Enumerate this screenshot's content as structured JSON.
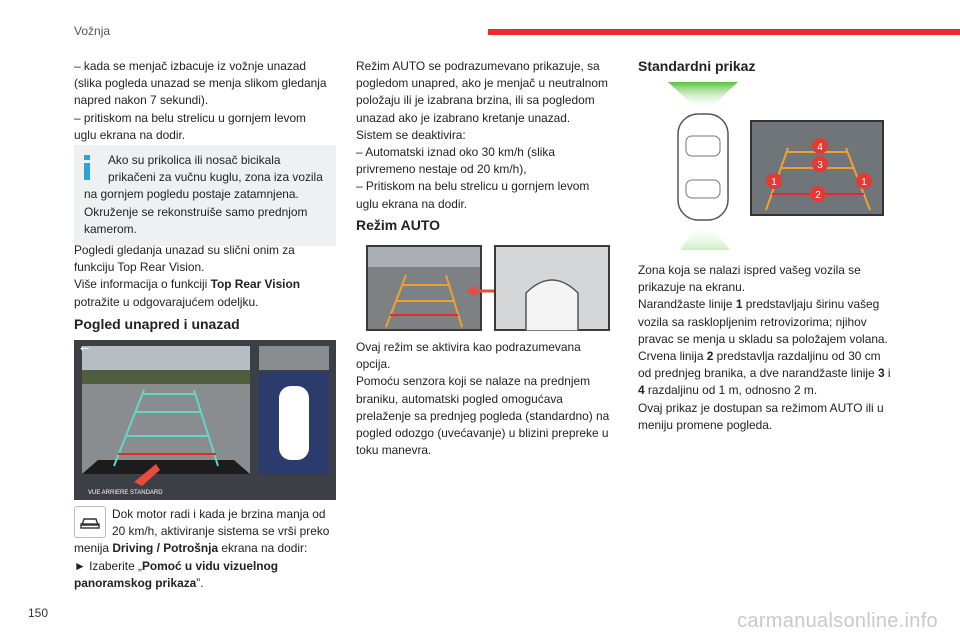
{
  "header": {
    "title": "Vožnja",
    "accent_color": "#ea2a2f"
  },
  "page_number": "150",
  "col1": {
    "intro_lines": [
      "– kada se menjač izbacuje iz vožnje unazad",
      "(slika pogleda unazad se menja slikom gledanja",
      "napred nakon 7 sekundi).",
      "– pritiskom na belu strelicu u gornjem levom",
      "uglu ekrana na dodir."
    ],
    "info_lines": [
      "Ako su prikolica ili nosač bicikala",
      "prikačeni za vučnu kuglu, zona iza vozila",
      "na gornjem pogledu postaje zatamnjena.",
      "Okruženje se rekonstruiše samo prednjom",
      "kamerom."
    ],
    "para2_line1": "Pogledi gledanja unazad su slični onim za",
    "para2_line2": "funkciju Top Rear Vision.",
    "para2_line3": "Više informacija o funkciji ",
    "para2_bold": "Top Rear Vision",
    "para2_line4": "potražite u odgovarajućem odeljku.",
    "section_title": "Pogled unapred i unazad",
    "screen_caption": "VUE ARRIERE STANDARD",
    "note_line1": "Dok motor radi i kada je brzina manja od",
    "note_line2": "20 km/h, aktiviranje sistema se vrši preko",
    "note_line3_pre": "menija ",
    "note_line3_bold": "Driving / Potrošnja",
    "note_line3_post": " ekrana na dodir:",
    "note_line4_pre": "► Izaberite „",
    "note_line4_bold": "Pomoć u vidu vizuelnog",
    "note_line5_bold": "panoramskog prikaza",
    "note_line5_post": "”."
  },
  "col2": {
    "lines": [
      "Režim AUTO se podrazumevano prikazuje, sa",
      "pogledom unapred, ako je menjač u neutralnom",
      "položaju ili je izabrana brzina, ili sa pogledom",
      "unazad ako je izabrano kretanje unazad.",
      "Sistem se deaktivira:",
      "– Automatski iznad oko 30 km/h (slika",
      "privremeno nestaje od 20 km/h),",
      "– Pritiskom na belu strelicu u gornjem levom",
      "uglu ekrana na dodir."
    ],
    "section_title": "Režim AUTO",
    "lines2": [
      "Ovaj režim se aktivira kao podrazumevana",
      "opcija.",
      "Pomoću senzora koji se nalaze na prednjem",
      "braniku, automatski pogled omogućava",
      "prelaženje sa prednjeg pogleda (standardno) na",
      "pogled odozgo (uvećavanje) u blizini prepreke u",
      "toku manevra."
    ]
  },
  "col3": {
    "section_title": "Standardni prikaz",
    "markers": [
      "4",
      "3",
      "1",
      "2",
      "1"
    ],
    "lines": [
      "Zona koja se nalazi ispred vašeg vozila se",
      "prikazuje na ekranu."
    ],
    "l3_pre": "Narandžaste linije ",
    "l3_b": "1",
    "l3_post": " predstavljaju širinu vašeg",
    "l4": "vozila sa rasklopljenim retrovizorima; njihov",
    "l5": "pravac se menja u skladu sa položajem volana.",
    "l6_pre": "Crvena linija ",
    "l6_b": "2",
    "l6_post": " predstavlja razdaljinu od 30 cm",
    "l7_pre": "od prednjeg branika, a dve narandžaste linije ",
    "l7_b": "3",
    "l7_post": " i",
    "l8_b": "4",
    "l8_post": " razdaljinu od 1 m, odnosno 2 m.",
    "l9": "Ovaj prikaz je dostupan sa režimom AUTO ili u",
    "l10": "meniju promene pogleda."
  },
  "watermark": "carmanualsonline.info"
}
